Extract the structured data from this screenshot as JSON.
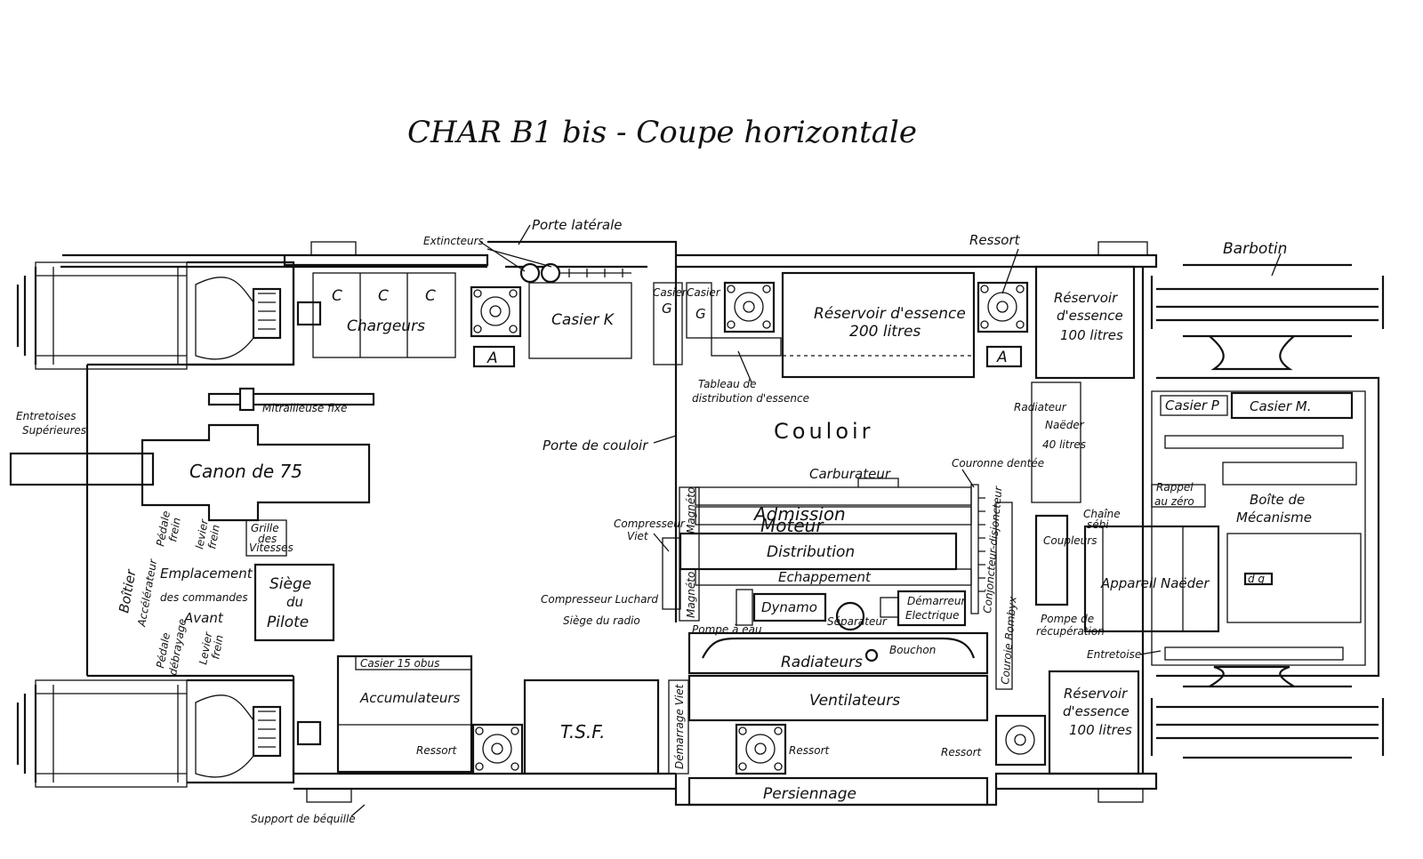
{
  "title": "CHAR B1 bis - Coupe horizontale",
  "labels": {
    "porte_laterale": "Porte latérale",
    "extincteurs": "Extincteurs",
    "ressort": "Ressort",
    "barbotin": "Barbotin",
    "casier_k": "Casier K",
    "chargeurs": "Chargeurs",
    "c": "C",
    "a": "A",
    "casier_g": "Casier",
    "g": "G",
    "reservoir_200_l1": "Réservoir d'essence",
    "reservoir_200_l2": "200 litres",
    "reservoir_100_l1": "Réservoir",
    "reservoir_100_l2": "d'essence",
    "reservoir_100_l3": "100 litres",
    "tableau_l1": "Tableau de",
    "tableau_l2": "distribution d'essence",
    "couloir": "Couloir",
    "radiateur_l1": "Radiateur",
    "radiateur_l2": "Naëder",
    "radiateur_l3": "40 litres",
    "casier_p": "Casier P",
    "casier_m": "Casier M.",
    "entretoises_l1": "Entretoises",
    "entretoises_l2": "Supérieures",
    "mitrailleuse": "Mitrailleuse fixe",
    "canon": "Canon de 75",
    "porte_couloir": "Porte de couloir",
    "carburateur": "Carburateur",
    "couronne": "Couronne dentée",
    "rappel_l1": "Rappel",
    "rappel_l2": "au zéro",
    "boite_l1": "Boîte de",
    "boite_l2": "Mécanisme",
    "admission": "Admission",
    "moteur": "Moteur",
    "distribution": "Distribution",
    "echappement": "Echappement",
    "magneto": "Magnéto",
    "compresseur_viet_l1": "Compresseur",
    "compresseur_viet_l2": "Viet",
    "compresseur_luchard": "Compresseur Luchard",
    "siege_radio": "Siège du radio",
    "dynamo": "Dynamo",
    "demarreur_l1": "Démarreur",
    "demarreur_l2": "Electrique",
    "separateur": "Séparateur",
    "pompe_eau": "Pompe à eau",
    "conjoncteur": "Conjoncteur-disjoncteur",
    "couroie": "Couroie Bombyx",
    "chaine": "Chaîne",
    "coupleurs": "Coupleurs",
    "appareil": "Appareil Naëder",
    "pompe_recup_l1": "Pompe de",
    "pompe_recup_l2": "récupération",
    "entretoise": "Entretoise",
    "bouchon": "Bouchon",
    "radiateurs": "Radiateurs",
    "ventilateurs": "Ventilateurs",
    "persiennage": "Persiennage",
    "tsf": "T.S.F.",
    "demarrage_viet": "Démarrage Viet",
    "casier_15": "Casier 15 obus",
    "accumulateurs": "Accumulateurs",
    "support_bequille": "Support de béquille",
    "grille_l1": "Grille",
    "grille_l2": "des",
    "grille_l3": "Vitesses",
    "pedale_frein_l1": "Pédale",
    "pedale_frein_l2": "frein",
    "levier_frein_l1": "levier",
    "levier_frein_l2": "frein",
    "boitier": "Boîtier",
    "accelerateur": "Accélérateur",
    "emplacement_l1": "Emplacement",
    "emplacement_l2": "des commandes",
    "emplacement_l3": "Avant",
    "siege_l1": "Siège",
    "siege_l2": "du",
    "siege_l3": "Pilote",
    "pedale_debrayage_l1": "Pédale",
    "pedale_debrayage_l2": "débrayage",
    "levier2_l1": "Levier",
    "levier2_l2": "frein",
    "chaine_sub": "sébi",
    "dg": "d g"
  }
}
